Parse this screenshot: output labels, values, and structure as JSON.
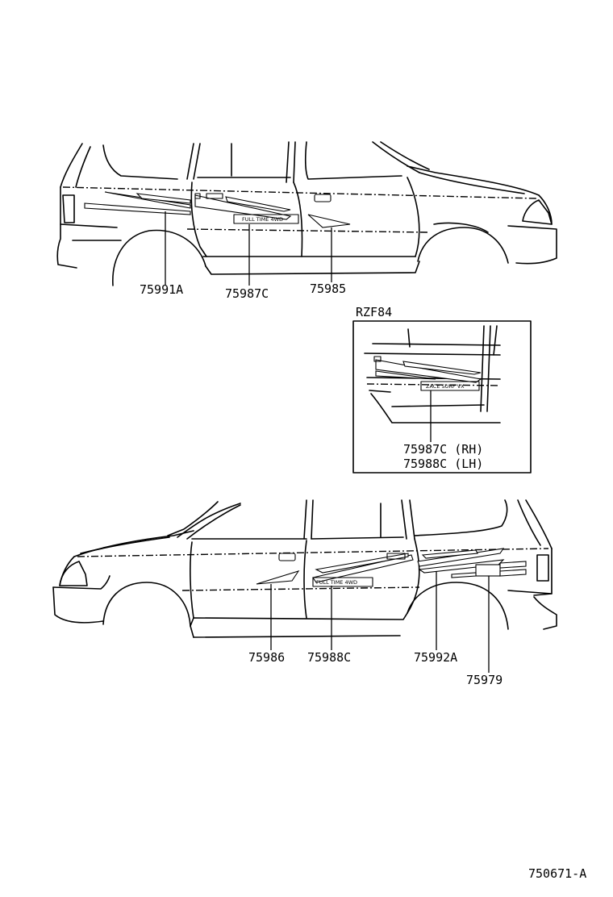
{
  "diagram_id": "750671-A",
  "variant_label": "RZF84",
  "emblems": {
    "upper": "FULL TIME 4WD",
    "lower": "FULL TIME 4WD",
    "inset": "ZACE SURF VX"
  },
  "parts": {
    "p75991A": "75991A",
    "p75987C": "75987C",
    "p75985": "75985",
    "inset_rh": "75987C (RH)",
    "inset_lh": "75988C (LH)",
    "p75986": "75986",
    "p75988C": "75988C",
    "p75992A": "75992A",
    "p75979": "75979"
  }
}
